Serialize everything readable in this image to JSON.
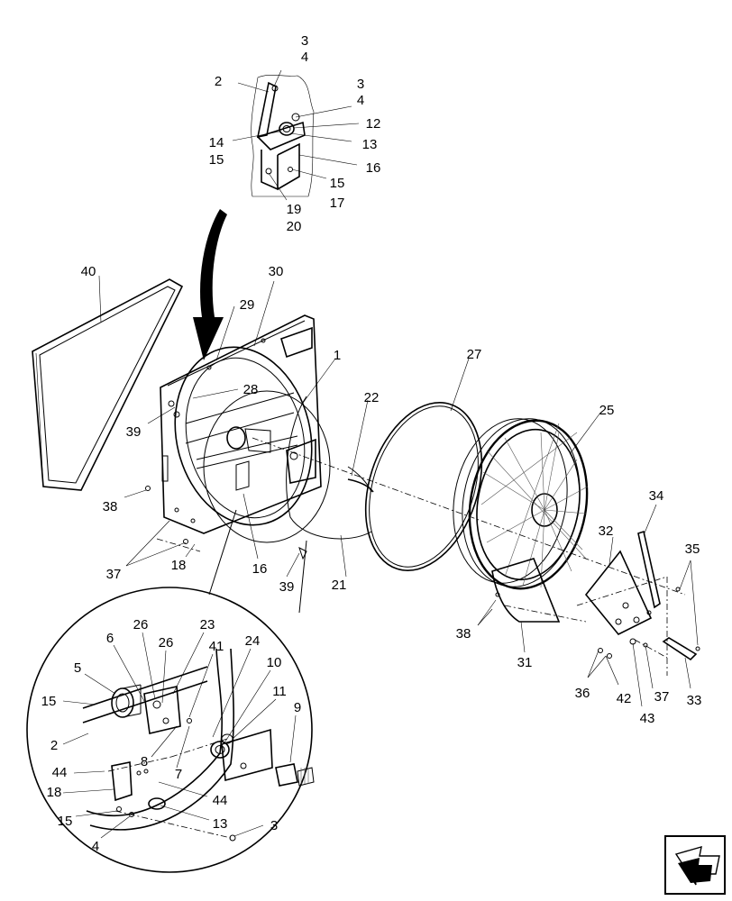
{
  "diagram": {
    "callouts": [
      {
        "id": "top-3",
        "text": "3"
      },
      {
        "id": "top-4",
        "text": "4"
      },
      {
        "id": "top-2",
        "text": "2"
      },
      {
        "id": "top-3b",
        "text": "3"
      },
      {
        "id": "top-4b",
        "text": "4"
      },
      {
        "id": "top-12",
        "text": "12"
      },
      {
        "id": "top-14",
        "text": "14"
      },
      {
        "id": "top-15",
        "text": "15"
      },
      {
        "id": "top-13",
        "text": "13"
      },
      {
        "id": "top-16",
        "text": "16"
      },
      {
        "id": "top-15b",
        "text": "15"
      },
      {
        "id": "top-17",
        "text": "17"
      },
      {
        "id": "top-19",
        "text": "19"
      },
      {
        "id": "top-20",
        "text": "20"
      },
      {
        "id": "l-40",
        "text": "40"
      },
      {
        "id": "l-30",
        "text": "30"
      },
      {
        "id": "l-29",
        "text": "29"
      },
      {
        "id": "l-1",
        "text": "1"
      },
      {
        "id": "l-28",
        "text": "28"
      },
      {
        "id": "l-27",
        "text": "27"
      },
      {
        "id": "l-22",
        "text": "22"
      },
      {
        "id": "l-25",
        "text": "25"
      },
      {
        "id": "l-39",
        "text": "39"
      },
      {
        "id": "l-38",
        "text": "38"
      },
      {
        "id": "l-37",
        "text": "37"
      },
      {
        "id": "l-18",
        "text": "18"
      },
      {
        "id": "l-16",
        "text": "16"
      },
      {
        "id": "l-39b",
        "text": "39"
      },
      {
        "id": "l-21",
        "text": "21"
      },
      {
        "id": "r-34",
        "text": "34"
      },
      {
        "id": "r-32",
        "text": "32"
      },
      {
        "id": "r-35",
        "text": "35"
      },
      {
        "id": "r-38",
        "text": "38"
      },
      {
        "id": "r-31",
        "text": "31"
      },
      {
        "id": "r-36",
        "text": "36"
      },
      {
        "id": "r-42",
        "text": "42"
      },
      {
        "id": "r-37",
        "text": "37"
      },
      {
        "id": "r-43",
        "text": "43"
      },
      {
        "id": "r-33",
        "text": "33"
      },
      {
        "id": "d-6",
        "text": "6"
      },
      {
        "id": "d-26",
        "text": "26"
      },
      {
        "id": "d-23",
        "text": "23"
      },
      {
        "id": "d-26b",
        "text": "26"
      },
      {
        "id": "d-41",
        "text": "41"
      },
      {
        "id": "d-24",
        "text": "24"
      },
      {
        "id": "d-5",
        "text": "5"
      },
      {
        "id": "d-10",
        "text": "10"
      },
      {
        "id": "d-9",
        "text": "9"
      },
      {
        "id": "d-11",
        "text": "11"
      },
      {
        "id": "d-15",
        "text": "15"
      },
      {
        "id": "d-2",
        "text": "2"
      },
      {
        "id": "d-8",
        "text": "8"
      },
      {
        "id": "d-7",
        "text": "7"
      },
      {
        "id": "d-44",
        "text": "44"
      },
      {
        "id": "d-18",
        "text": "18"
      },
      {
        "id": "d-44b",
        "text": "44"
      },
      {
        "id": "d-15b",
        "text": "15"
      },
      {
        "id": "d-13",
        "text": "13"
      },
      {
        "id": "d-3",
        "text": "3"
      },
      {
        "id": "d-4",
        "text": "4"
      }
    ],
    "icons": [
      "view-direction-icon",
      "flow-arrow-icon"
    ]
  }
}
